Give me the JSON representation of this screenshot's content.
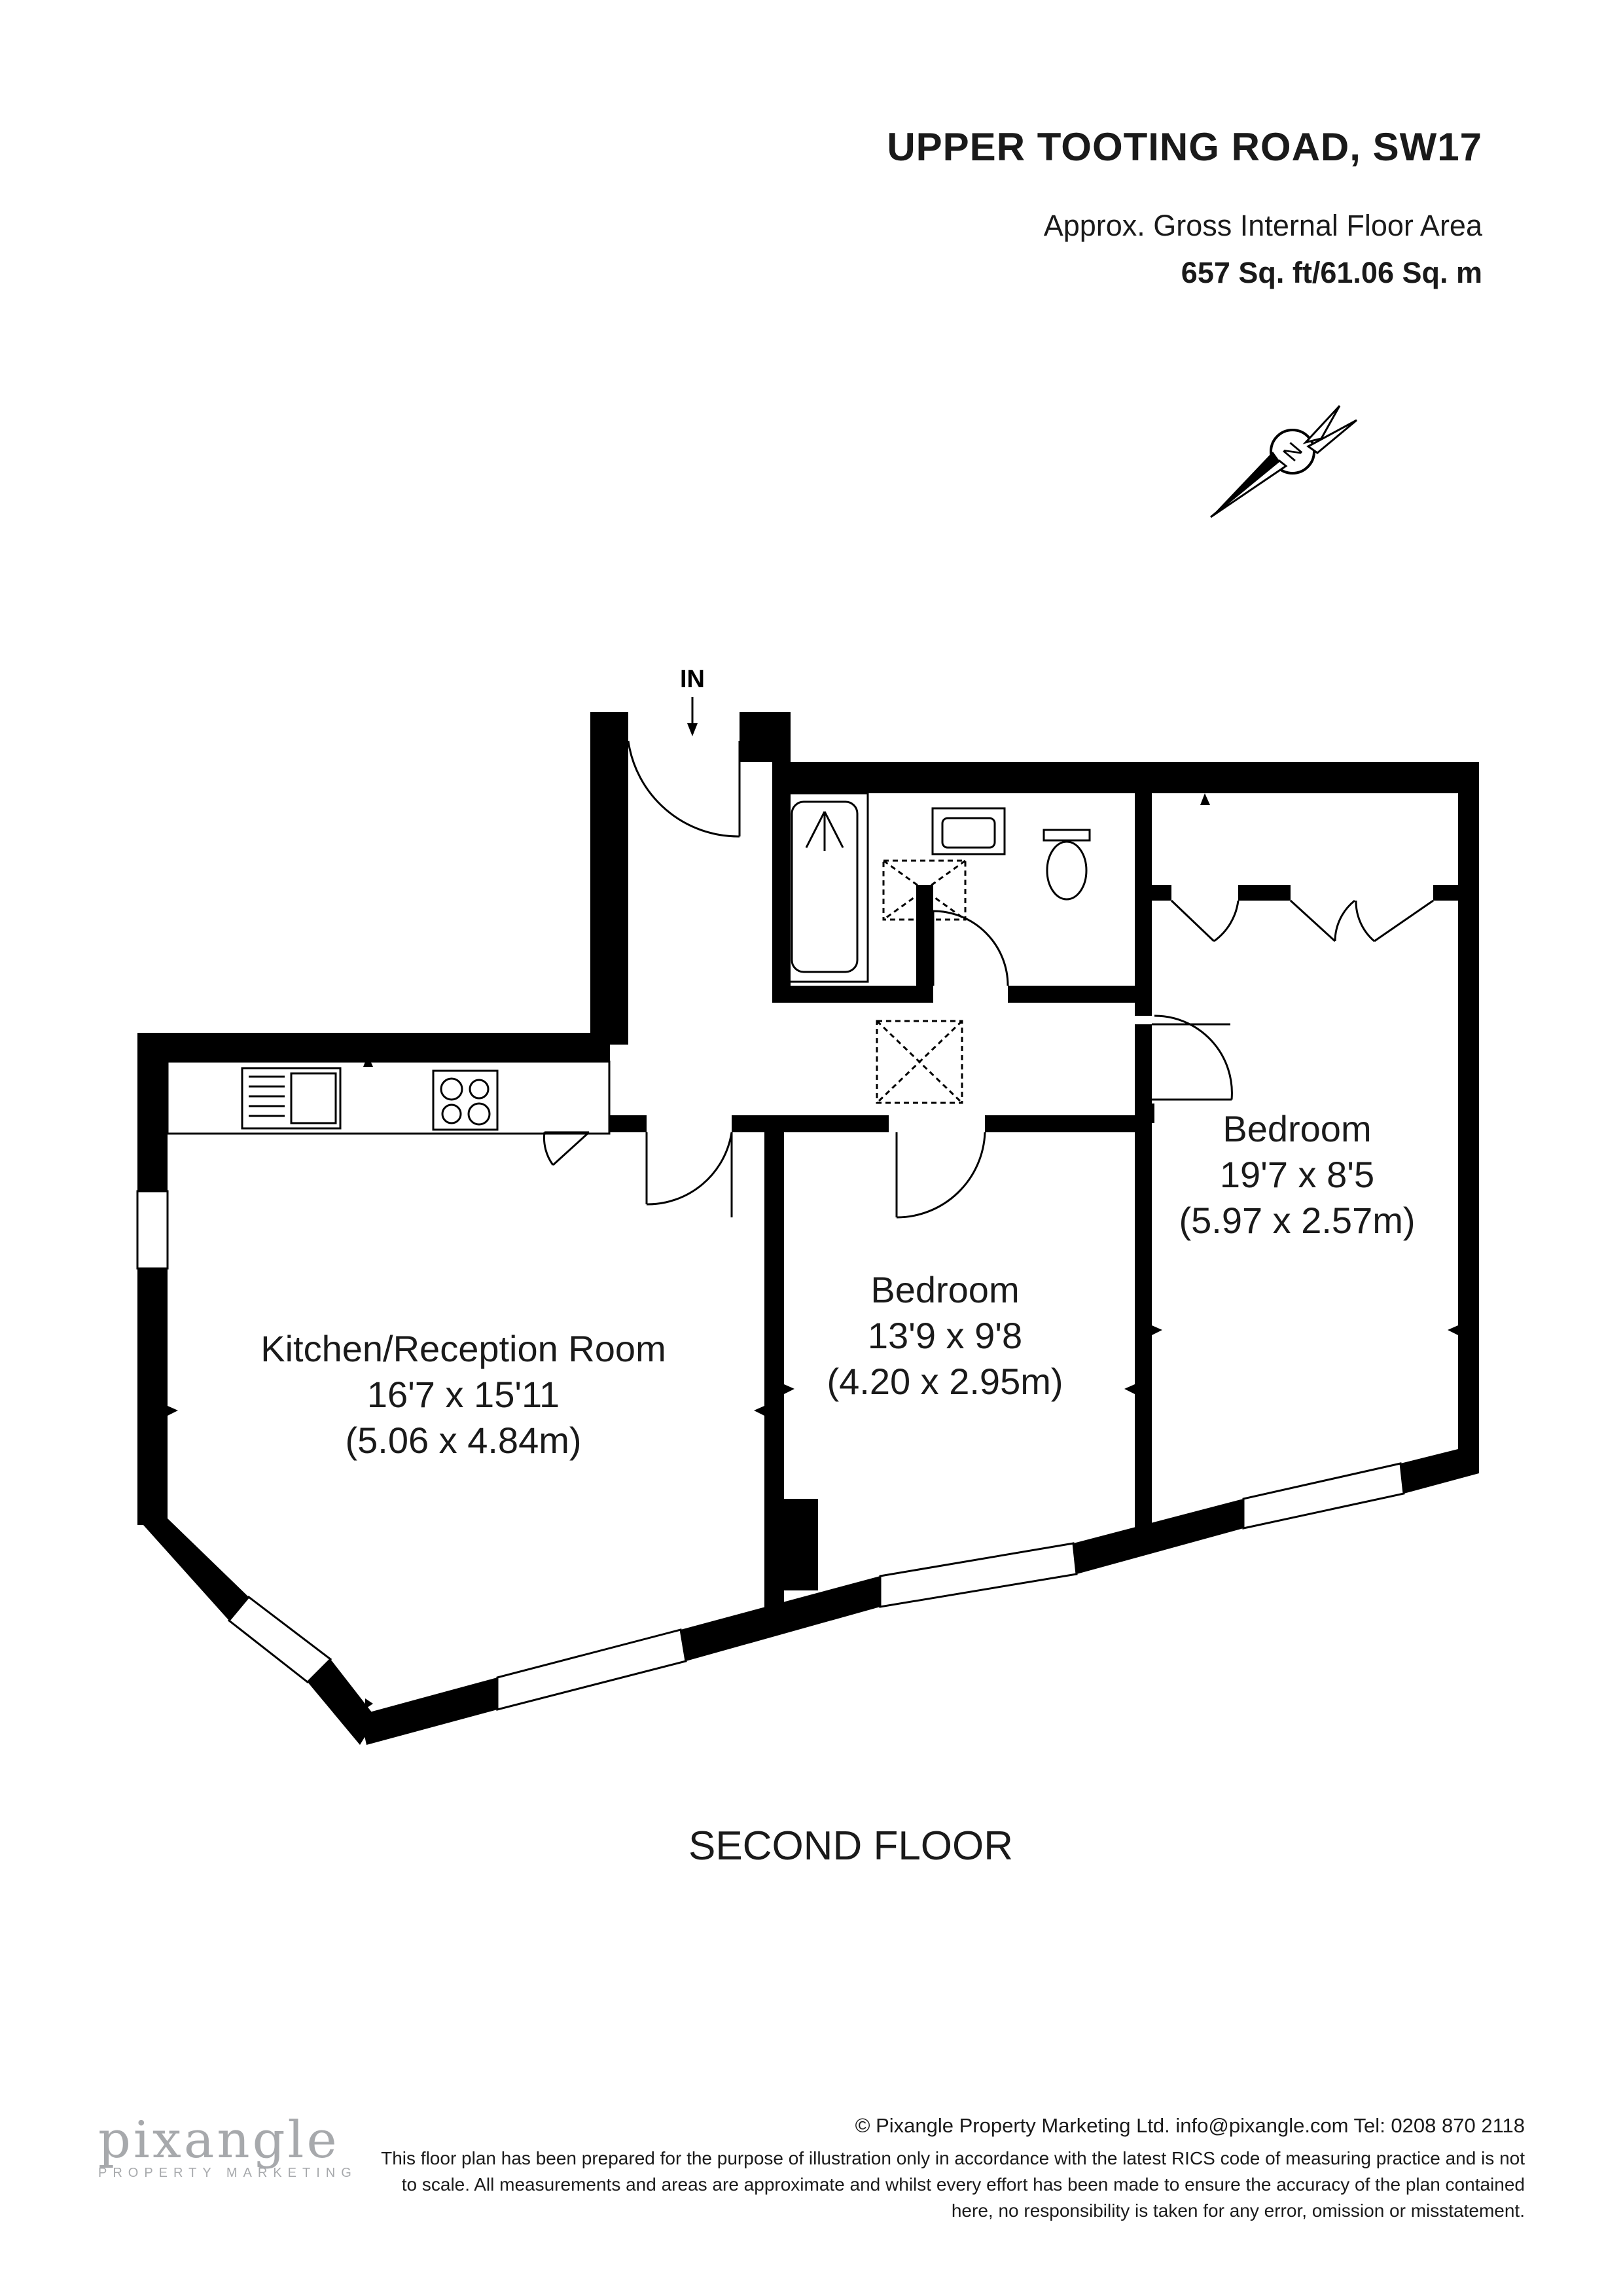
{
  "header": {
    "title": "UPPER TOOTING ROAD, SW17",
    "area_label": "Approx. Gross Internal Floor Area",
    "area_value": "657 Sq. ft/61.06 Sq. m"
  },
  "compass": {
    "letter": "N"
  },
  "entrance": {
    "label": "IN"
  },
  "rooms": {
    "kitchen": {
      "name": "Kitchen/Reception Room",
      "imperial": "16'7 x 15'11",
      "metric": "(5.06 x 4.84m)"
    },
    "bedroom_middle": {
      "name": "Bedroom",
      "imperial": "13'9 x 9'8",
      "metric": "(4.20 x 2.95m)"
    },
    "bedroom_right": {
      "name": "Bedroom",
      "imperial": "19'7 x 8'5",
      "metric": "(5.97 x 2.57m)"
    }
  },
  "floor_label": "SECOND FLOOR",
  "footer": {
    "copyright": "© Pixangle Property Marketing Ltd. info@pixangle.com Tel: 0208 870 2118",
    "disclaimer": "This floor plan has been prepared for the purpose of illustration only in accordance with the latest RICS code of measuring practice and is not to scale. All measurements and areas are approximate and whilst every effort has been made to ensure the accuracy of the plan contained here, no responsibility is taken for any error, omission or misstatement.",
    "logo_text": "pixangle",
    "logo_sub": "PROPERTY MARKETING"
  },
  "colors": {
    "wall": "#000000",
    "logo_grey": "#a7a9ac",
    "logo_accent": "#8fb1ad"
  }
}
